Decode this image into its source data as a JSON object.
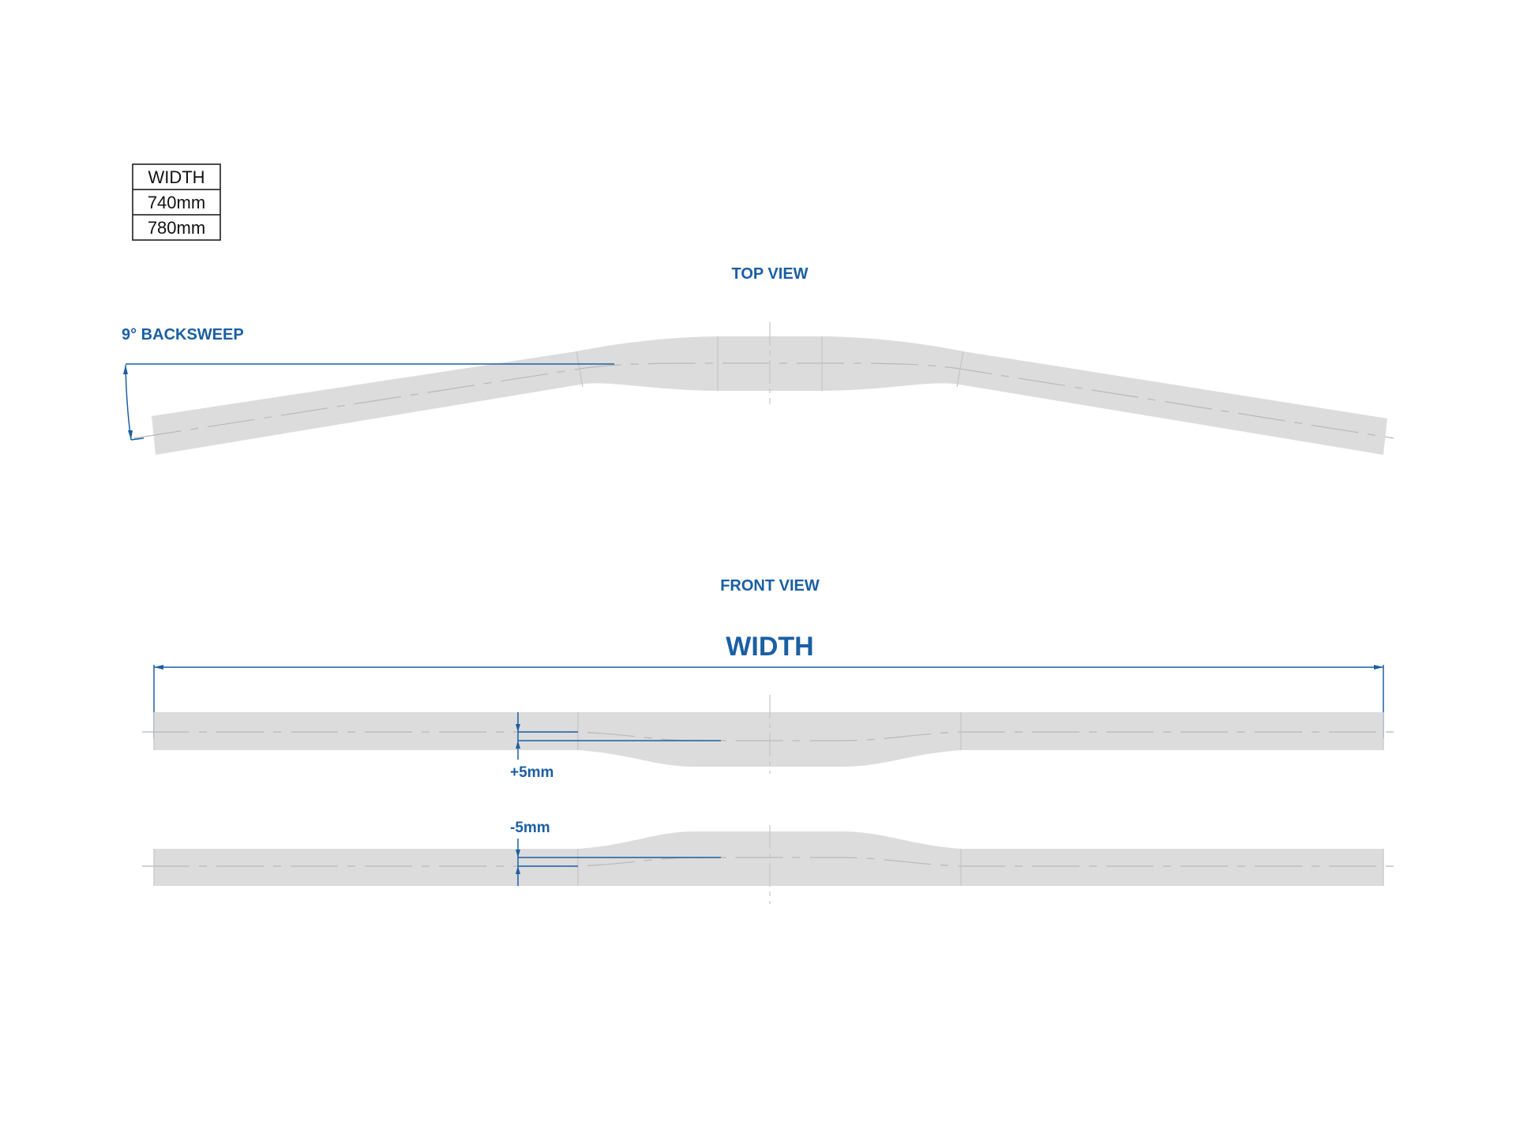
{
  "width_table": {
    "header": "WIDTH",
    "rows": [
      "740mm",
      "780mm"
    ]
  },
  "top_view": {
    "title": "TOP VIEW",
    "backsweep_label": "9° BACKSWEEP"
  },
  "front_view": {
    "title": "FRONT VIEW",
    "width_label": "WIDTH",
    "rise_plus_label": "+5mm",
    "rise_minus_label": "-5mm"
  },
  "colors": {
    "accent": "#1a5fa3",
    "bar": "#dcdcdc"
  }
}
